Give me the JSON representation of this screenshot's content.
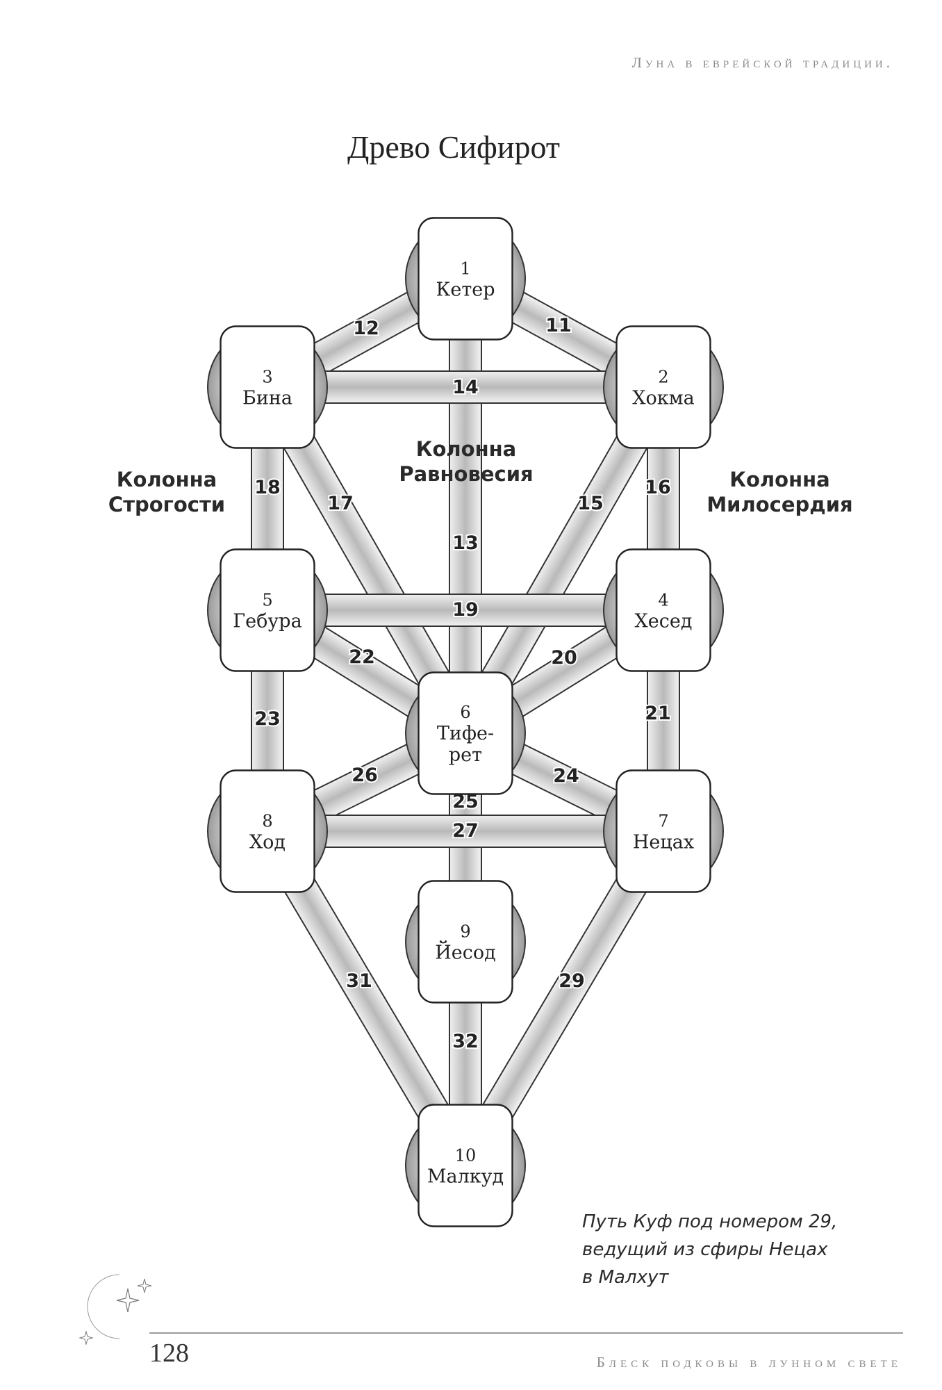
{
  "header": {
    "running_title": "Луна в еврейской традиции."
  },
  "title": "Древо Сифирот",
  "sephirot": [
    {
      "id": 1,
      "number": "1",
      "lines": [
        "Кетер"
      ]
    },
    {
      "id": 2,
      "number": "2",
      "lines": [
        "Хокма"
      ]
    },
    {
      "id": 3,
      "number": "3",
      "lines": [
        "Бина"
      ]
    },
    {
      "id": 4,
      "number": "4",
      "lines": [
        "Хесед"
      ]
    },
    {
      "id": 5,
      "number": "5",
      "lines": [
        "Гебура"
      ]
    },
    {
      "id": 6,
      "number": "6",
      "lines": [
        "Тифе-",
        "рет"
      ]
    },
    {
      "id": 7,
      "number": "7",
      "lines": [
        "Нецах"
      ]
    },
    {
      "id": 8,
      "number": "8",
      "lines": [
        "Ход"
      ]
    },
    {
      "id": 9,
      "number": "9",
      "lines": [
        "Йесод"
      ]
    },
    {
      "id": 10,
      "number": "10",
      "lines": [
        "Малкуд"
      ]
    }
  ],
  "paths": [
    {
      "label": "11",
      "from": 1,
      "to": 2
    },
    {
      "label": "12",
      "from": 1,
      "to": 3
    },
    {
      "label": "13",
      "from": 1,
      "to": 6
    },
    {
      "label": "14",
      "from": 2,
      "to": 3
    },
    {
      "label": "15",
      "from": 2,
      "to": 6
    },
    {
      "label": "16",
      "from": 2,
      "to": 4
    },
    {
      "label": "17",
      "from": 3,
      "to": 6
    },
    {
      "label": "18",
      "from": 3,
      "to": 5
    },
    {
      "label": "19",
      "from": 4,
      "to": 5
    },
    {
      "label": "20",
      "from": 4,
      "to": 6
    },
    {
      "label": "21",
      "from": 4,
      "to": 7
    },
    {
      "label": "22",
      "from": 5,
      "to": 6
    },
    {
      "label": "23",
      "from": 5,
      "to": 8
    },
    {
      "label": "24",
      "from": 6,
      "to": 7
    },
    {
      "label": "25",
      "from": 6,
      "to": 9
    },
    {
      "label": "26",
      "from": 6,
      "to": 8
    },
    {
      "label": "27",
      "from": 7,
      "to": 8
    },
    {
      "label": "29",
      "from": 7,
      "to": 10
    },
    {
      "label": "31",
      "from": 8,
      "to": 10
    },
    {
      "label": "32",
      "from": 9,
      "to": 10
    }
  ],
  "columns": {
    "severity": [
      "Колонна",
      "Строгости"
    ],
    "balance": [
      "Колонна",
      "Равновесия"
    ],
    "mercy": [
      "Колонна",
      "Милосердия"
    ]
  },
  "caption": [
    "Путь Куф под номером 29,",
    "ведущий из сфиры Нецах",
    "в Малхут"
  ],
  "footer": {
    "page_number": "128",
    "running_title": "Блеск подковы в лунном свете"
  }
}
